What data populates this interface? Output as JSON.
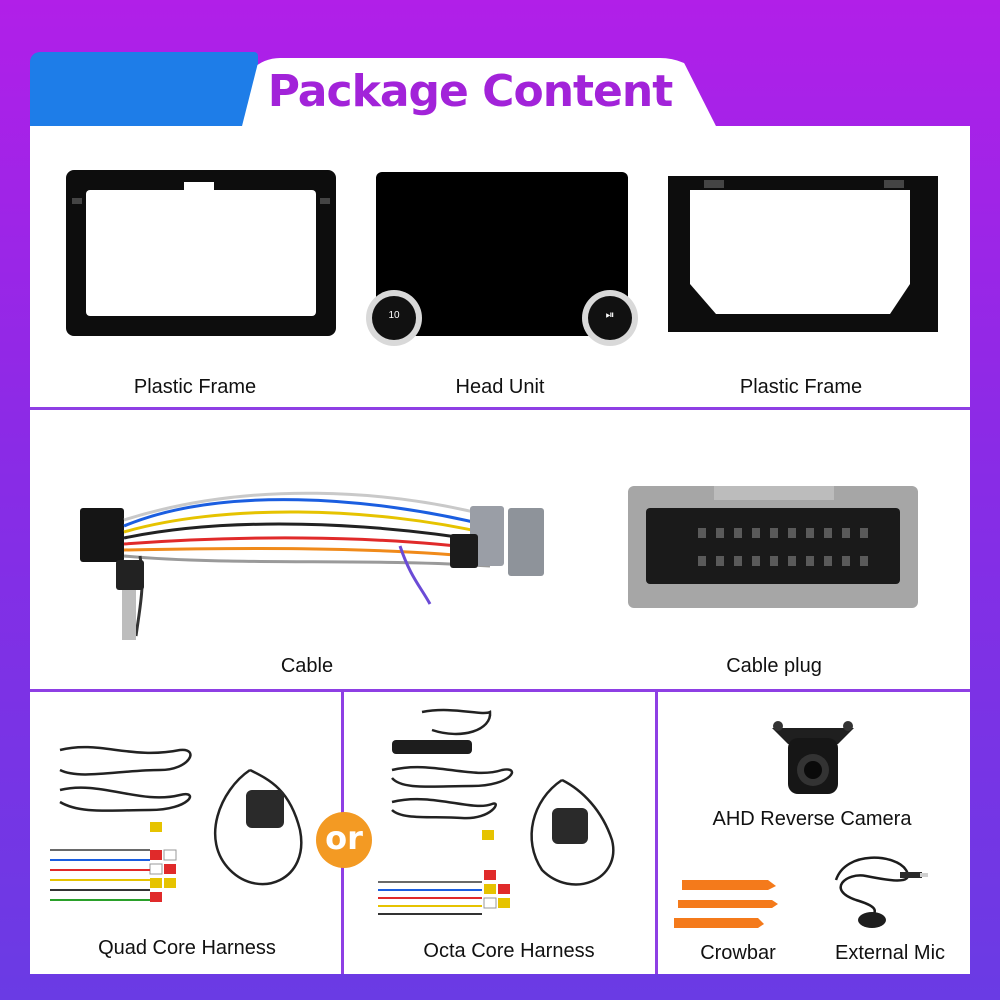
{
  "title": "Package Content",
  "items": {
    "frame_left": "Plastic Frame",
    "head_unit": "Head Unit",
    "frame_right": "Plastic Frame",
    "cable": "Cable",
    "cable_plug": "Cable plug",
    "quad_harness": "Quad Core Harness",
    "octa_harness": "Octa Core Harness",
    "camera": "AHD Reverse Camera",
    "crowbar": "Crowbar",
    "mic": "External Mic"
  },
  "head_unit_buttons": {
    "left": "10",
    "right": "⏯"
  },
  "or_badge": "or",
  "colors": {
    "accent_purple": "#a223d9",
    "tab_blue": "#1e7de8",
    "badge_orange": "#f39a23"
  }
}
